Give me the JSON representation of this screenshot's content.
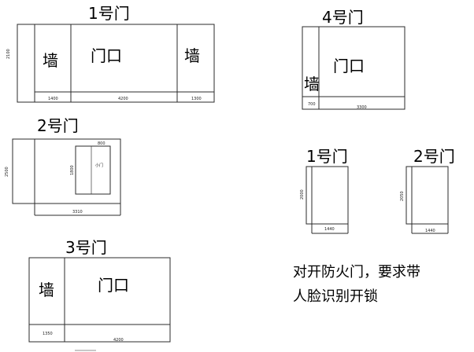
{
  "door1": {
    "title": "1号门",
    "wall_left": "墙",
    "door": "门口",
    "wall_right": "墙",
    "dim_height": "2100",
    "dim_left": "1400",
    "dim_mid": "4200",
    "dim_right": "1300"
  },
  "door2": {
    "title": "2号门",
    "small_door": "小门",
    "dim_height": "2500",
    "dim_top": "800",
    "dim_inner": "1800",
    "dim_bottom": "3310"
  },
  "door3": {
    "title": "3号门",
    "wall": "墙",
    "door": "门口",
    "dim_left": "1350",
    "dim_right": "4200"
  },
  "door4": {
    "title": "4号门",
    "wall": "墙",
    "door": "门口",
    "dim_left": "700",
    "dim_right": "3300"
  },
  "fire1": {
    "title": "1号门",
    "dim_height": "2000",
    "dim_width": "1440"
  },
  "fire2": {
    "title": "2号门",
    "dim_height": "2050",
    "dim_width": "1440"
  },
  "note": {
    "line1": "对开防火门，要求带",
    "line2": "人脸识别开锁"
  }
}
